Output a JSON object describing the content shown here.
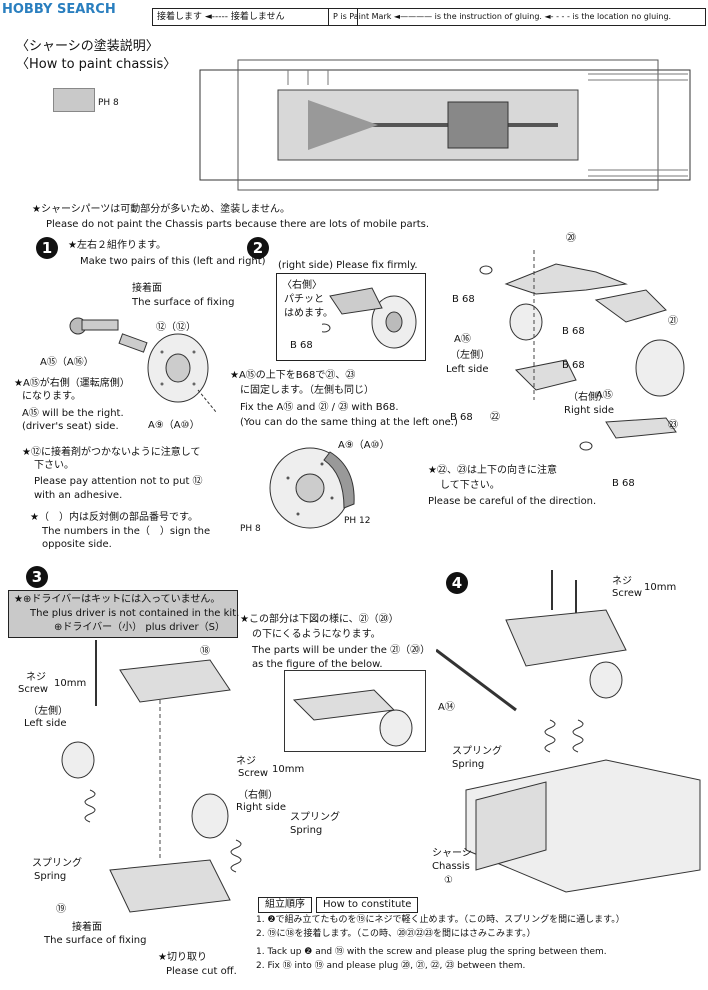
{
  "watermark": "HOBBY SEARCH",
  "header": {
    "legend_jp": "接着します ◄----- 接着しません",
    "legend_en": "P is Paint Mark ◄———— is the instruction of gluing. ◄- - - - is the location no gluing.",
    "title_jp": "〈シャーシの塗装説明〉",
    "title_en": "〈How to paint chassis〉",
    "paint_code": "PH 8"
  },
  "note_top": {
    "jp": "★シャーシパーツは可動部分が多いため、塗装しません。",
    "en": "Please do not paint the Chassis parts because there are lots of mobile parts."
  },
  "step1": {
    "num": "1",
    "line1": "★左右２組作ります。",
    "line2": "Make two pairs of this (left and right)",
    "fix_jp": "接着面",
    "fix_en": "The surface of fixing",
    "part12": "⑫（⑫）",
    "partA15": "A⑮（A⑯）",
    "partA9": "A⑨（A⑩）",
    "note_a15_jp1": "★A⑮が右側（運転席側）",
    "note_a15_jp2": "になります。",
    "note_a15_en1": "A⑮ will be the right.",
    "note_a15_en2": "(driver's seat) side.",
    "note12_jp1": "★⑫に接着剤がつかないように注意して",
    "note12_jp2": "下さい。",
    "note12_en1": "Please pay attention not to put ⑫",
    "note12_en2": "with an adhesive.",
    "note_par_jp": "★（　）内は反対側の部品番号です。",
    "note_par_en1": "The numbers in the（　）sign the",
    "note_par_en2": "opposite side."
  },
  "step2": {
    "num": "2",
    "rightside": "(right side) Please fix firmly.",
    "inset_jp1": "〈右側〉",
    "inset_jp2": "パチッと",
    "inset_jp3": "はめます。",
    "b68": "B 68",
    "note_jp1": "★A⑮の上下をB68で㉑、㉓",
    "note_jp2": "に固定します。（左側も同じ）",
    "note_en1": "Fix the A⑮ and ㉑ / ㉓ with B68.",
    "note_en2": "(You can do the same thing at the left one.)",
    "a9": "A⑨（A⑩）",
    "ph8": "PH 8",
    "ph12": "PH 12"
  },
  "diagram_right": {
    "p20": "⑳",
    "p21": "㉑",
    "p22": "㉒",
    "p23": "㉓",
    "b68": "B 68",
    "a16": "A⑯",
    "left_jp": "（左側）",
    "left_en": "Left side",
    "a15": "A⑮",
    "right_jp": "（右側）",
    "right_en": "Right side",
    "note_jp1": "★㉒、㉓は上下の向きに注意",
    "note_jp2": "して下さい。",
    "note_en": "Please be careful of the direction."
  },
  "step3": {
    "num": "3",
    "driver_jp": "★⊕ドライバーはキットには入っていません。",
    "driver_en": "The plus driver is not contained in the kit.",
    "driver_size": "⊕ドライバー（小） plus driver（S）",
    "part18": "⑱",
    "part19": "⑲",
    "screw_jp": "ネジ",
    "screw_en": "Screw",
    "mm10": "10mm",
    "left_jp": "（左側）",
    "left_en": "Left side",
    "right_jp": "（右側）",
    "right_en": "Right side",
    "spring_jp": "スプリング",
    "spring_en": "Spring",
    "fix_jp": "接着面",
    "fix_en": "The surface of fixing",
    "cut_jp": "★切り取り",
    "cut_en": "Please cut off.",
    "note_jp1": "★この部分は下図の様に、㉑（⑳）",
    "note_jp2": "の下にくるようになります。",
    "note_en1": "The parts will be under the ㉑（⑳）",
    "note_en2": "as the figure of the below."
  },
  "step4": {
    "num": "4",
    "screw_jp": "ネジ",
    "screw_en": "Screw",
    "mm10": "10mm",
    "a14": "A⑭",
    "spring_jp": "スプリング",
    "spring_en": "Spring",
    "chassis_jp": "シャーシ",
    "chassis_en": "Chassis",
    "chassis_num": "①"
  },
  "order": {
    "label_jp": "組立順序",
    "label_en": "How to constitute",
    "jp1": "1. ❷で組み立てたものを⑲にネジで軽く止めます。（この時、スプリングを間に通します。）",
    "jp2": "2. ⑲に⑱を接着します。（この時、⑳㉑㉒㉓を間にはさみこみます。）",
    "en1": "1. Tack up ❷ and ⑲ with the screw and please plug the spring between them.",
    "en2": "2. Fix ⑱ into ⑲ and please plug ⑳, ㉑, ㉒, ㉓ between them."
  }
}
